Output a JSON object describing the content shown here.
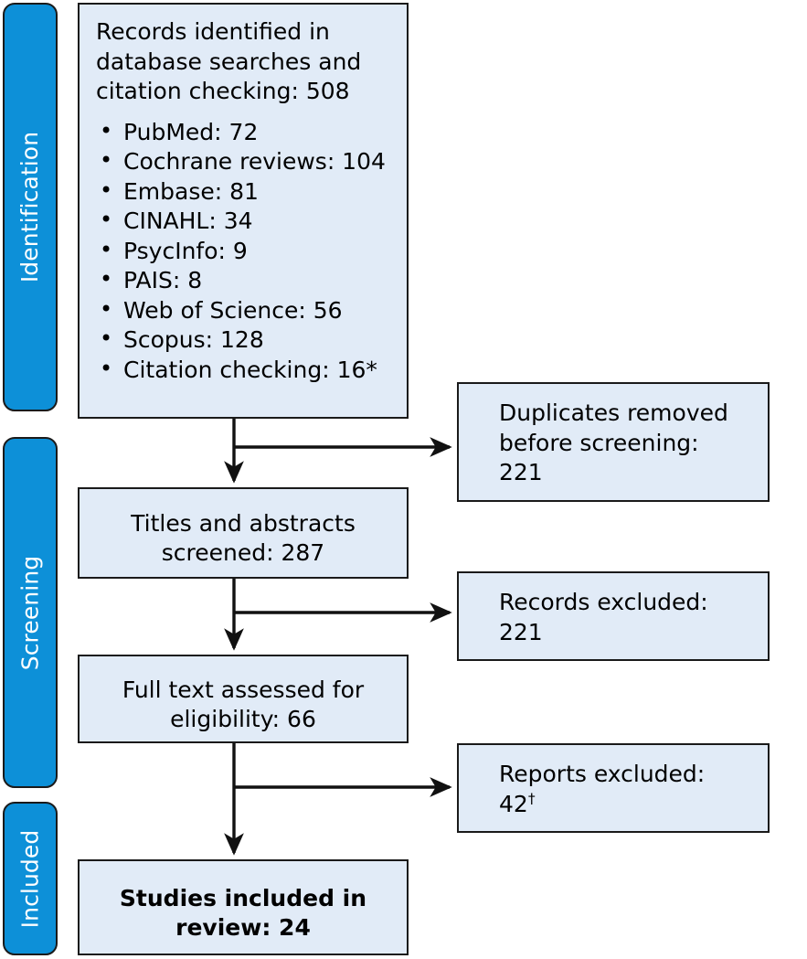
{
  "diagram": {
    "type": "prisma-flow-diagram",
    "title": "PRISMA study selection flow diagram",
    "colors": {
      "phase_bar": "#0d90d8",
      "box_fill": "#e1ebf7",
      "border": "#1a1a1a",
      "phase_label_text": "#ffffff",
      "body_text": "#000000"
    }
  },
  "phases": [
    {
      "id": "identification",
      "label": "Identification"
    },
    {
      "id": "screening",
      "label": "Screening"
    },
    {
      "id": "included",
      "label": "Included"
    }
  ],
  "identification": {
    "lead": "Records identified in database searches and citation checking: 508",
    "sources": [
      {
        "name": "PubMed",
        "count": "72",
        "text": "PubMed: 72"
      },
      {
        "name": "Cochrane reviews",
        "count": "104",
        "text": "Cochrane reviews: 104"
      },
      {
        "name": "Embase",
        "count": "81",
        "text": "Embase: 81"
      },
      {
        "name": "CINAHL",
        "count": "34",
        "text": "CINAHL: 34"
      },
      {
        "name": "PsycInfo",
        "count": "9",
        "text": "PsycInfo: 9"
      },
      {
        "name": "PAIS",
        "count": "8",
        "text": "PAIS: 8"
      },
      {
        "name": "Web of Science",
        "count": "56",
        "text": "Web of Science: 56"
      },
      {
        "name": "Scopus",
        "count": "128",
        "text": "Scopus: 128"
      },
      {
        "name": "Citation checking",
        "count": "16*",
        "text": "Citation checking: 16*"
      }
    ]
  },
  "screening": {
    "screened": {
      "line1": "Titles and abstracts",
      "line2": "screened: 287",
      "count": "287"
    },
    "fulltext": {
      "line1": "Full text assessed for",
      "line2": "eligibility: 66",
      "count": "66"
    }
  },
  "included": {
    "studies": {
      "line1": "Studies included in",
      "line2": "review: 24",
      "count": "24"
    }
  },
  "exclusions": {
    "duplicates": {
      "line1": "Duplicates removed",
      "line2": "before screening:",
      "line3": "221",
      "count": "221"
    },
    "records_excluded": {
      "line1": "Records excluded:",
      "line2": "221",
      "count": "221"
    },
    "reports_excluded": {
      "line1": "Reports excluded:",
      "line2_value": "42",
      "line2_marker": "†",
      "count": "42"
    }
  },
  "chart_data": {
    "type": "table",
    "title": "PRISMA flow counts",
    "categories": [
      "Records identified (total)",
      "PubMed",
      "Cochrane reviews",
      "Embase",
      "CINAHL",
      "PsycInfo",
      "PAIS",
      "Web of Science",
      "Scopus",
      "Citation checking",
      "Duplicates removed before screening",
      "Titles and abstracts screened",
      "Records excluded",
      "Full text assessed for eligibility",
      "Reports excluded",
      "Studies included in review"
    ],
    "values": [
      508,
      72,
      104,
      81,
      34,
      9,
      8,
      56,
      128,
      16,
      221,
      287,
      221,
      66,
      42,
      24
    ]
  }
}
